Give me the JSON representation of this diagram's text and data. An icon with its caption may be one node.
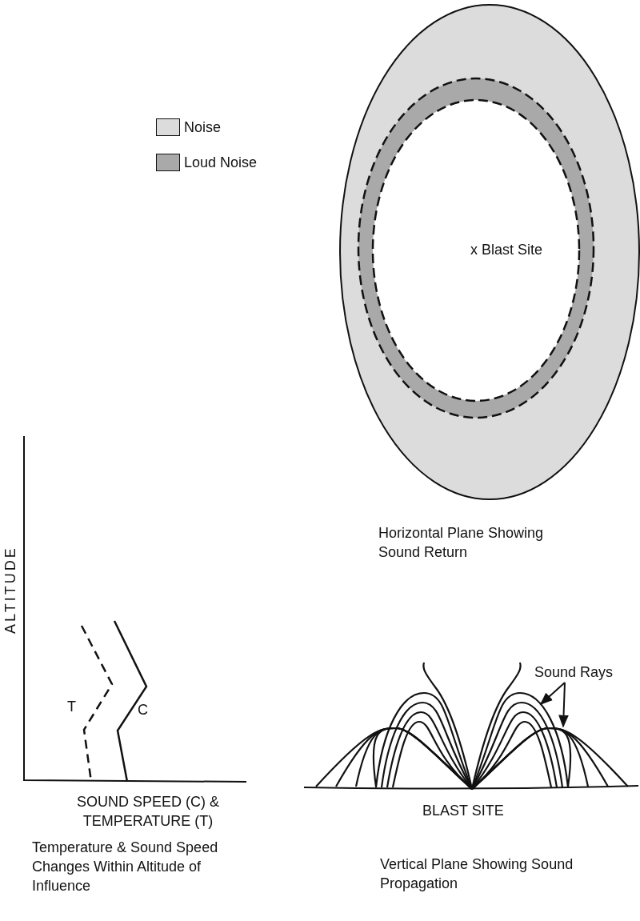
{
  "diagram": {
    "nodes": [
      {
        "text": [
          "Sound Rays"
        ]
      },
      {
        "text": [],
        "shape": "curve"
      },
      {
        "text": [],
        "shape": "curve"
      }
    ],
    "edges": [
      {
        "from": 0,
        "to": 1,
        "arrow": "to"
      },
      {
        "from": 0,
        "to": 2,
        "arrow": "to"
      }
    ],
    "labels": [
      "x Blast Site",
      "Horizontal Plane Showing Sound Return",
      "ALTITUDE",
      "T",
      "C",
      "SOUND SPEED (C) & TEMPERATURE (T)",
      "Temperature & Sound Speed Changes Within Altitude of Influence",
      "BLAST SITE",
      "Vertical Plane Showing Sound Propagation"
    ],
    "legend": [
      {
        "text": "Noise",
        "color": "#dcdcdc"
      },
      {
        "text": "Loud Noise",
        "color": "#a9a9a9"
      }
    ]
  }
}
